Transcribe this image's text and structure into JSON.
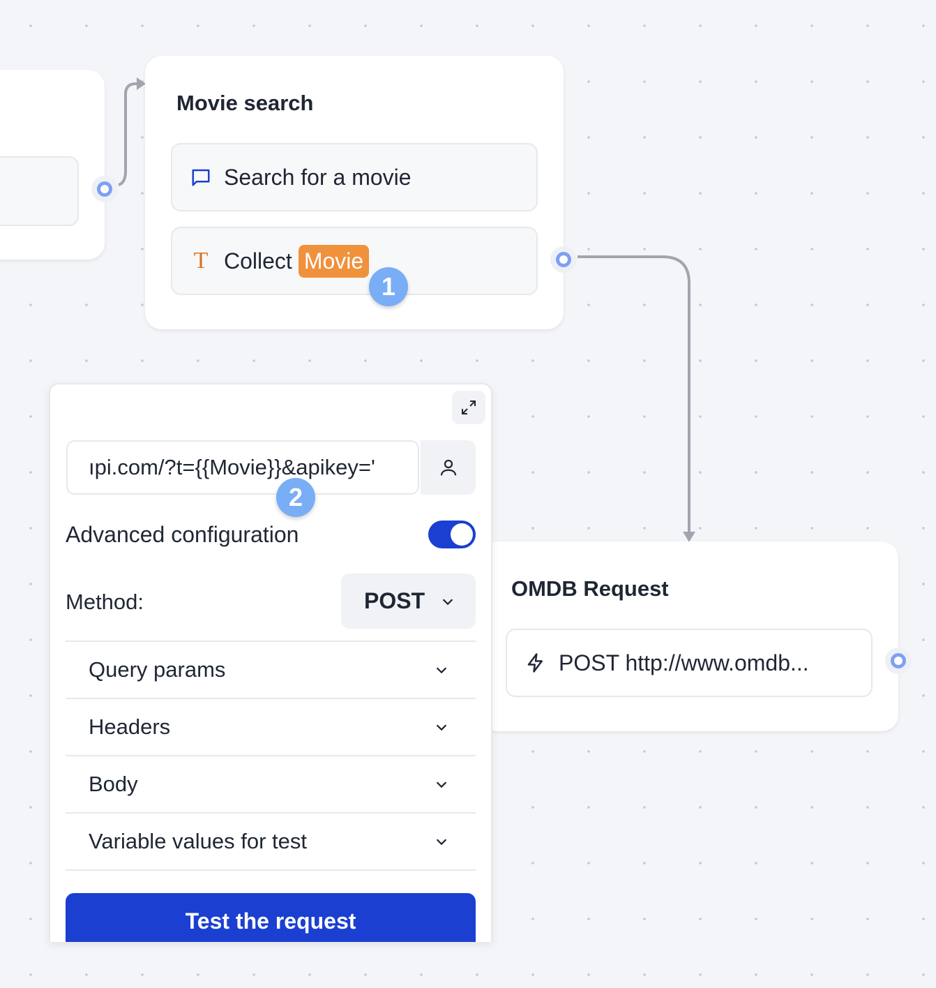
{
  "nodes": {
    "movie_search": {
      "title": "Movie search",
      "items": [
        {
          "icon": "chat-bubble-icon",
          "label": "Search for a movie"
        },
        {
          "icon": "text-input-icon",
          "label": "Collect",
          "variable": "Movie"
        }
      ],
      "badge": "1"
    },
    "omdb_request": {
      "title": "OMDB Request",
      "item": {
        "icon": "lightning-icon",
        "label": "POST http://www.omdb..."
      }
    }
  },
  "popover": {
    "url_value": "ıpi.com/?t={{Movie}}&apikey='",
    "badge": "2",
    "advanced_label": "Advanced configuration",
    "advanced_enabled": true,
    "method_label": "Method:",
    "method_value": "POST",
    "sections": [
      "Query params",
      "Headers",
      "Body",
      "Variable values for test"
    ],
    "test_button": "Test the request"
  },
  "colors": {
    "accent": "#1a3fd1",
    "variable": "#f0913c",
    "badge": "#79adf6",
    "port": "#7e9ff5"
  }
}
